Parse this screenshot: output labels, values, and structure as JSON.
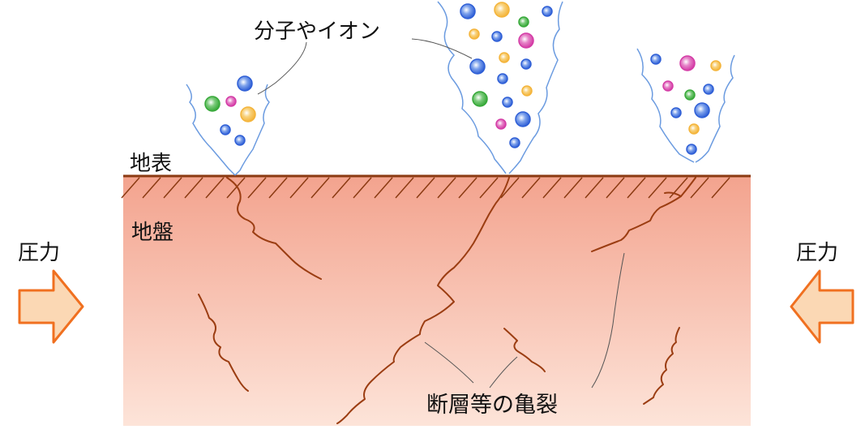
{
  "labels": {
    "molecules": "分子やイオン",
    "surface": "地表",
    "ground": "地盤",
    "pressure_left": "圧力",
    "pressure_right": "圧力",
    "cracks": "断層等の亀裂"
  },
  "colors": {
    "ground_top": "#f3a38e",
    "ground_bottom": "#fde4d9",
    "surface_line": "#8b3a12",
    "crack": "#9b3d12",
    "plume_outline": "#6b9be0",
    "arrow_fill": "#fbd8b4",
    "arrow_stroke": "#f07020",
    "leader": "#555555"
  },
  "particle_colors": {
    "blue": "#2f5fd6",
    "orange": "#f4b43a",
    "green": "#38a93a",
    "magenta": "#d43ca6"
  }
}
